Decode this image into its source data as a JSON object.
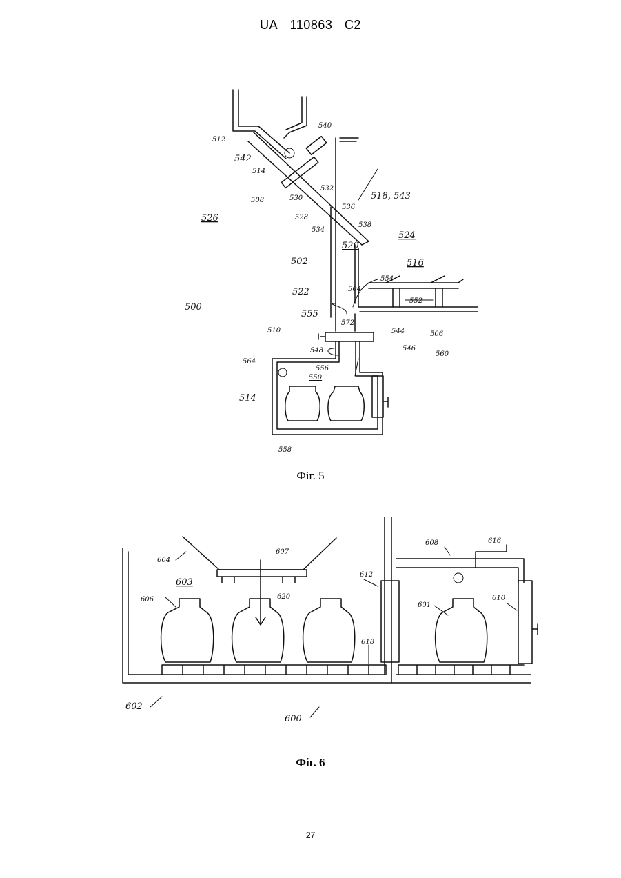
{
  "header": {
    "country": "UA",
    "number": "110863",
    "kind": "C2"
  },
  "figures": [
    {
      "caption": "Фіг. 5",
      "labels": {
        "l540": "540",
        "l512": "512",
        "l542": "542",
        "l514a": "514",
        "l508": "508",
        "l530": "530",
        "l532": "532",
        "l518": "518, 543",
        "l528": "528",
        "l536": "536",
        "l538": "538",
        "l534": "534",
        "l526": "526",
        "l524": "524",
        "l520": "520",
        "l502": "502",
        "l516": "516",
        "l554": "554",
        "l522": "522",
        "l504": "504",
        "l552": "552",
        "l500": "500",
        "l555": "555",
        "l572": "572",
        "l544": "544",
        "l506": "506",
        "l510": "510",
        "l548": "548",
        "l546": "546",
        "l560": "560",
        "l564": "564",
        "l556": "556",
        "l550": "550",
        "l514b": "514",
        "l558": "558"
      }
    },
    {
      "caption": "Фіг. 6",
      "labels": {
        "l604": "604",
        "l607": "607",
        "l603": "603",
        "l620": "620",
        "l606": "606",
        "l608": "608",
        "l616": "616",
        "l612": "612",
        "l601": "601",
        "l610": "610",
        "l618": "618",
        "l602": "602",
        "l600": "600"
      }
    }
  ],
  "page_number": "27"
}
